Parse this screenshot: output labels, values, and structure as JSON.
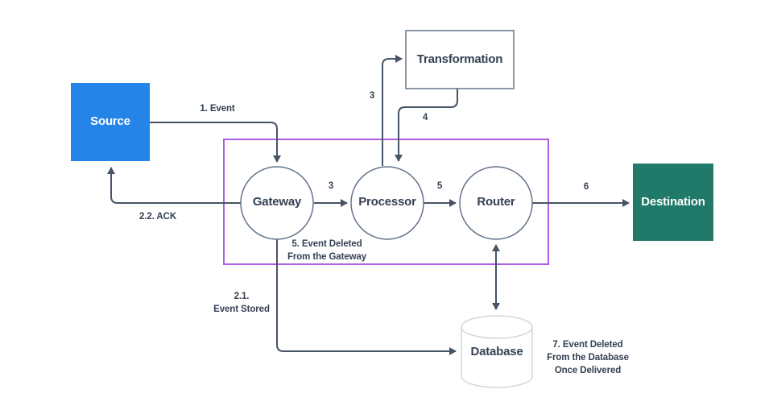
{
  "diagram": {
    "nodes": {
      "source": {
        "label": "Source",
        "fill": "#2484e8",
        "text_color": "#ffffff"
      },
      "transformation": {
        "label": "Transformation"
      },
      "gateway": {
        "label": "Gateway"
      },
      "processor": {
        "label": "Processor"
      },
      "router": {
        "label": "Router"
      },
      "destination": {
        "label": "Destination",
        "fill": "#21796a",
        "text_color": "#ffffff"
      },
      "database": {
        "label": "Database"
      }
    },
    "edge_labels": {
      "event": "1. Event",
      "ack": "2.2. ACK",
      "to_transformation": "3",
      "from_transformation": "4",
      "gateway_to_processor": "3",
      "processor_to_router": "5",
      "router_to_destination": "6",
      "deleted_gateway_line1": "5. Event Deleted",
      "deleted_gateway_line2": "From the Gateway",
      "stored_line1": "2.1.",
      "stored_line2": "Event Stored",
      "deleted_db_line1": "7. Event Deleted",
      "deleted_db_line2": "From the Database",
      "deleted_db_line3": "Once Delivered"
    },
    "colors": {
      "line": "#475467",
      "node_border": "#64748b",
      "database_border": "#d2d7df",
      "boundary_border": "#ab5fe0",
      "text": "#344054",
      "node_fill": "#ffffff"
    }
  }
}
